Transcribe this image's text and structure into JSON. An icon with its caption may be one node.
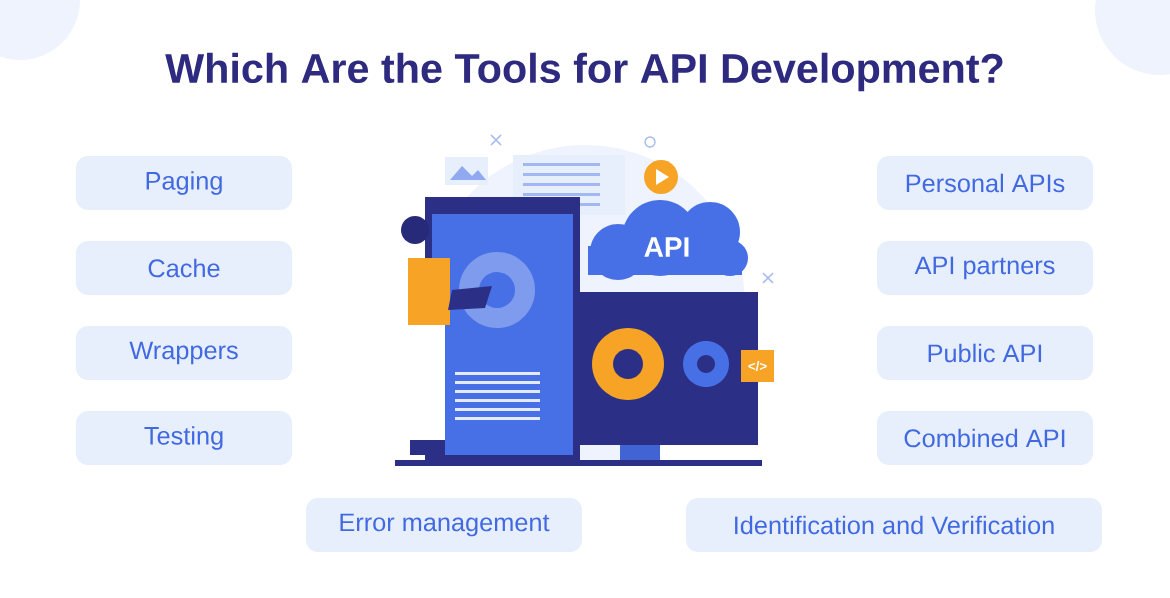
{
  "diagram": {
    "title": "Which Are the Tools for API Development?",
    "nodes": [
      {
        "text": [
          "Paging"
        ]
      },
      {
        "text": [
          "Cache"
        ]
      },
      {
        "text": [
          "Wrappers"
        ]
      },
      {
        "text": [
          "Testing"
        ]
      },
      {
        "text": [
          "Personal APIs"
        ]
      },
      {
        "text": [
          "API partners"
        ]
      },
      {
        "text": [
          "Public API"
        ]
      },
      {
        "text": [
          "Combined API"
        ]
      },
      {
        "text": [
          "Error management"
        ]
      },
      {
        "text": [
          "Identification and Verification"
        ]
      }
    ],
    "labels": [
      "API",
      "</>"
    ]
  }
}
